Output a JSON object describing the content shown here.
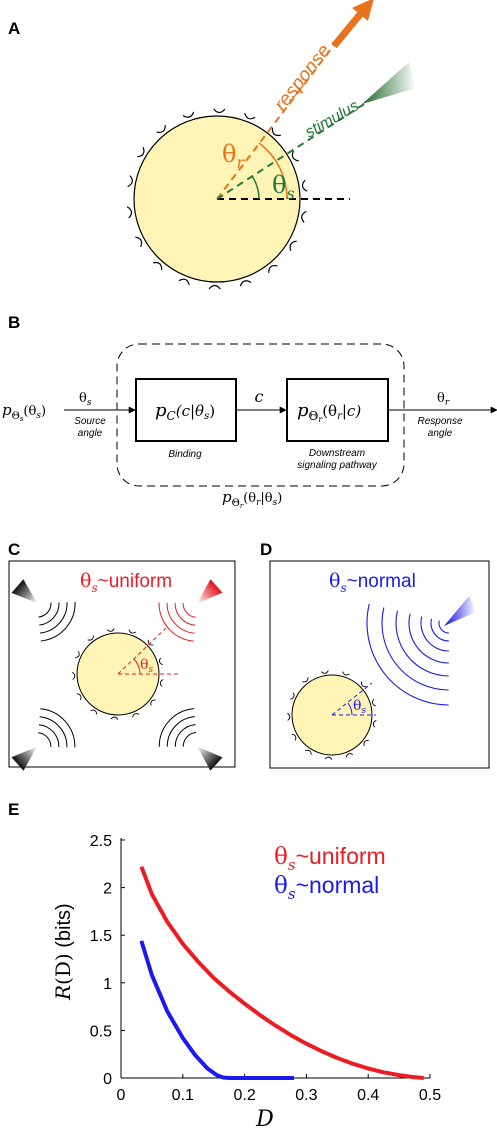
{
  "panels": {
    "a": {
      "label": "A",
      "response_label": "response",
      "stimulus_label": "stimulus",
      "theta_r": "θ",
      "theta_r_sub": "r",
      "theta_s": "θ",
      "theta_s_sub": "s"
    },
    "b": {
      "label": "B",
      "input_p": "p",
      "input_p_sub": "Θ",
      "input_p_subsub": "s",
      "input_p_arg": "(θ",
      "input_p_arg_sub": "s",
      "input_p_close": ")",
      "theta_s": "θ",
      "theta_s_sub": "s",
      "source_line1": "Source",
      "source_line2": "angle",
      "binding_box_text": "p",
      "binding_box_sub": "C",
      "binding_box_arg": "(c|θ",
      "binding_box_arg_sub": "s",
      "binding_box_close": ")",
      "binding_label": "Binding",
      "c_label": "c",
      "downstream_box_text": "p",
      "downstream_box_sub": "Θ",
      "downstream_box_subsub": "r",
      "downstream_box_arg": "(θ",
      "downstream_box_arg_sub": "r",
      "downstream_box_close": "|c)",
      "downstream_line1": "Downstream",
      "downstream_line2": "signaling pathway",
      "theta_r": "θ",
      "theta_r_sub": "r",
      "response_line1": "Response",
      "response_line2": "angle",
      "overall_p": "p",
      "overall_sub": "Θ",
      "overall_subsub": "r",
      "overall_arg": "(θ",
      "overall_arg_sub": "r",
      "overall_mid": "|θ",
      "overall_mid_sub": "s",
      "overall_close": ")"
    },
    "c": {
      "label": "C",
      "title_theta": "θ",
      "title_sub": "s",
      "title_rest": "~uniform",
      "angle_theta": "θ",
      "angle_sub": "s"
    },
    "d": {
      "label": "D",
      "title_theta": "θ",
      "title_sub": "s",
      "title_rest": "~normal",
      "angle_theta": "θ",
      "angle_sub": "s"
    },
    "e": {
      "label": "E",
      "legend_uniform_theta": "θ",
      "legend_uniform_sub": "s",
      "legend_uniform_rest": "~uniform",
      "legend_normal_theta": "θ",
      "legend_normal_sub": "s",
      "legend_normal_rest": "~normal",
      "ylabel_R": "R",
      "ylabel_D": "(D)",
      "ylabel_units": " (bits)",
      "xlabel": "D"
    }
  },
  "colors": {
    "cell_fill": "#fdf4b6",
    "response": "#e8731c",
    "stimulus": "#257a3a",
    "uniform": "#ec1c24",
    "normal": "#1a1aee"
  },
  "chart_data": {
    "type": "line",
    "xlabel": "D",
    "ylabel": "R(D) (bits)",
    "xlim": [
      0,
      0.5
    ],
    "ylim": [
      0,
      2.5
    ],
    "xticks": [
      "0",
      "0.1",
      "0.2",
      "0.3",
      "0.4",
      "0.5"
    ],
    "yticks": [
      "0",
      "0.5",
      "1",
      "1.5",
      "2",
      "2.5"
    ],
    "xtick_values": [
      0,
      0.1,
      0.2,
      0.3,
      0.4,
      0.5
    ],
    "ytick_values": [
      0,
      0.5,
      1,
      1.5,
      2,
      2.5
    ],
    "series": [
      {
        "name": "θs~uniform",
        "color": "#ec1c24",
        "x": [
          0.033,
          0.05,
          0.075,
          0.1,
          0.125,
          0.15,
          0.175,
          0.2,
          0.225,
          0.25,
          0.275,
          0.3,
          0.325,
          0.35,
          0.375,
          0.4,
          0.425,
          0.45,
          0.47,
          0.49
        ],
        "y": [
          2.22,
          1.93,
          1.64,
          1.41,
          1.22,
          1.05,
          0.91,
          0.78,
          0.66,
          0.55,
          0.45,
          0.36,
          0.28,
          0.21,
          0.15,
          0.1,
          0.06,
          0.03,
          0.012,
          0.0
        ]
      },
      {
        "name": "θs~normal",
        "color": "#1a1aee",
        "x": [
          0.033,
          0.05,
          0.075,
          0.1,
          0.12,
          0.14,
          0.155,
          0.165,
          0.175,
          0.2,
          0.25,
          0.28
        ],
        "y": [
          1.44,
          1.08,
          0.7,
          0.42,
          0.24,
          0.1,
          0.03,
          0.005,
          0.0,
          0.0,
          0.0,
          0.0
        ]
      }
    ]
  }
}
